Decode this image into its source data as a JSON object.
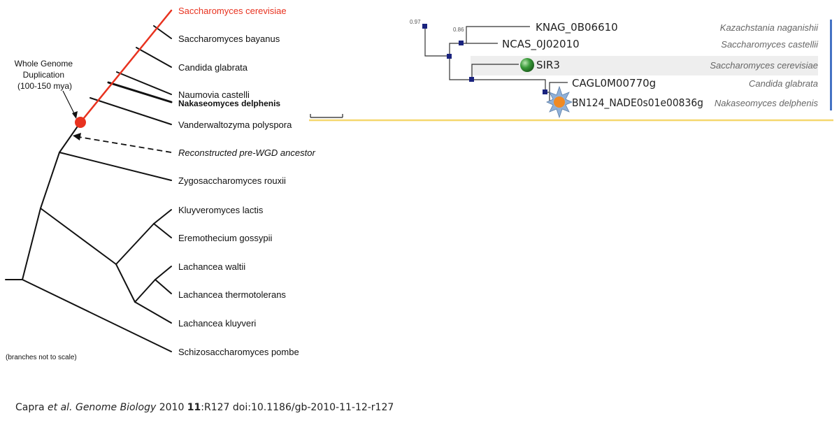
{
  "tree": {
    "species": {
      "s_cerevisiae": "Saccharomyces cerevisiae",
      "s_bayanus": "Saccharomyces bayanus",
      "c_glabrata": "Candida glabrata",
      "n_castelli": "Naumovia castelli",
      "n_delphenis": "Nakaseomyces delphenis",
      "v_polyspora": "Vanderwaltozyma polyspora",
      "ancestor": "Reconstructed pre-WGD ancestor",
      "z_rouxii": "Zygosaccharomyces rouxii",
      "k_lactis": "Kluyveromyces lactis",
      "e_gossypii": "Eremothecium gossypii",
      "l_waltii": "Lachancea waltii",
      "l_thermotolerans": "Lachancea thermotolerans",
      "l_kluyveri": "Lachancea kluyveri",
      "s_pombe": "Schizosaccharomyces pombe"
    },
    "wgd_label": [
      "Whole Genome",
      "Duplication",
      "(100-150 mya)"
    ],
    "scale_note": "(branches not to scale)",
    "colors": {
      "wgd_lineage": "#e8321f",
      "branch": "#111111"
    }
  },
  "gene_tree": {
    "bootstrap": [
      "0.97",
      "0.86"
    ],
    "genes": {
      "knag": "KNAG_0B06610",
      "ncas": "NCAS_0J02010",
      "sir3": "SIR3",
      "cagl": "CAGL0M00770g",
      "bn124": "BN124_NADE0s01e00836g"
    },
    "species": {
      "knag": "Kazachstania naganishii",
      "ncas": "Saccharomyces castellii",
      "sir3": "Saccharomyces cerevisiae",
      "cagl": "Candida glabrata",
      "bn124": "Nakaseomyces delphenis"
    },
    "icons": {
      "sir3": "green-circle-icon",
      "bn124": "orange-star-icon"
    },
    "colors": {
      "node": "#1a237e",
      "highlight": "#eeeeee",
      "divider": "#f5d76e",
      "sidebar": "#4472c4"
    }
  },
  "citation": {
    "authors": "Capra ",
    "etal": "et al.",
    "journal": " Genome Biology",
    "year": " 2010 ",
    "volume": "11",
    "rest": ":R127   doi:10.1186/gb-2010-11-12-r127"
  }
}
